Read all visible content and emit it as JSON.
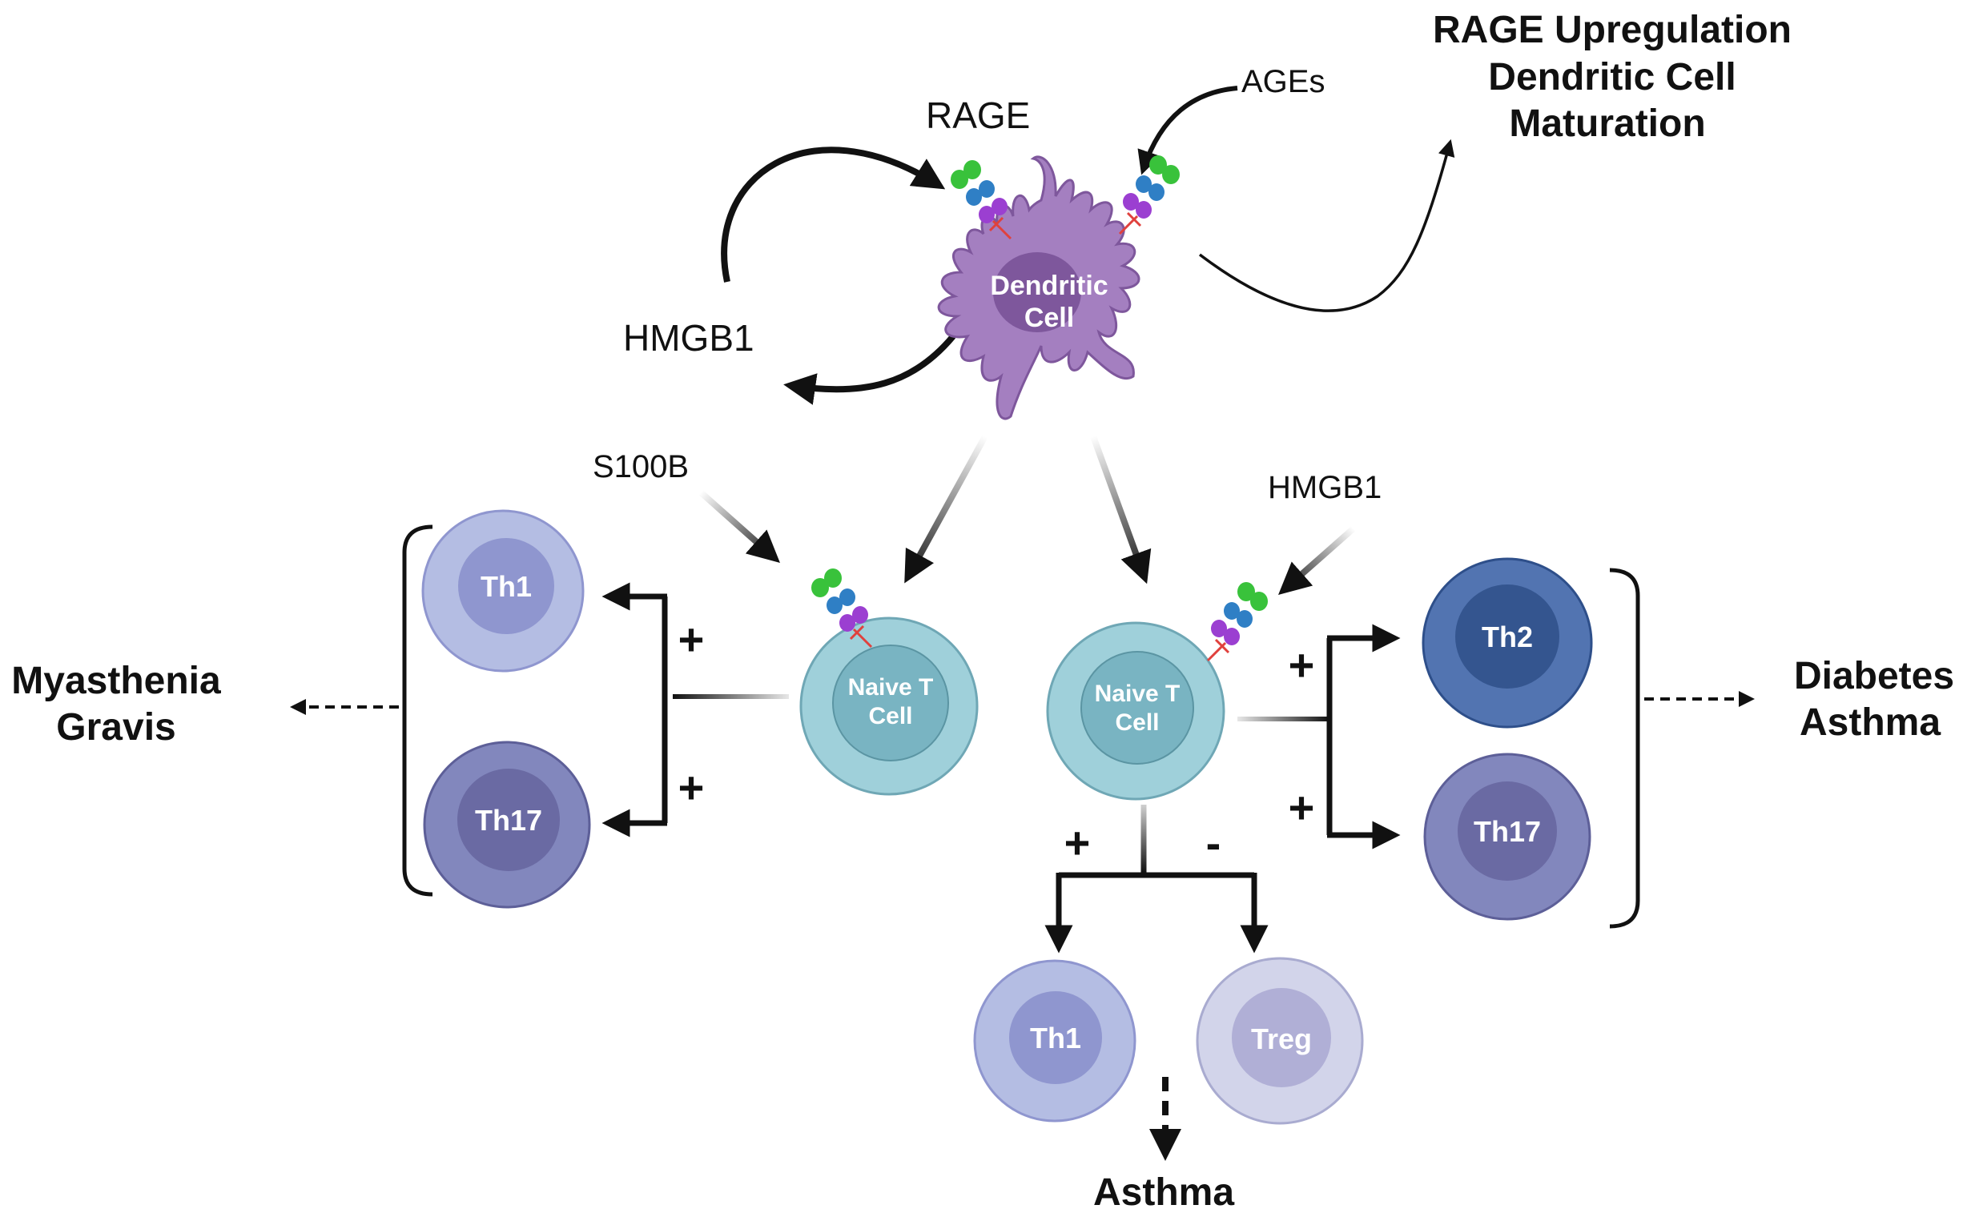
{
  "labels": {
    "rage": "RAGE",
    "ages": "AGEs",
    "hmgb1_top": "HMGB1",
    "s100b": "S100B",
    "hmgb1_right": "HMGB1",
    "outcome_top_line1": "RAGE Upregulation",
    "outcome_top_line2": "Dendritic Cell",
    "outcome_top_line3": "Maturation",
    "disease_left_line1": "Myasthenia",
    "disease_left_line2": "Gravis",
    "disease_right_line1": "Diabetes",
    "disease_right_line2": "Asthma",
    "disease_bottom": "Asthma"
  },
  "signs": {
    "left_upper": "+",
    "left_lower": "+",
    "right_upper": "+",
    "right_lower": "+",
    "bottom_left": "+",
    "bottom_right": "-"
  },
  "cells": {
    "dendritic_line1": "Dendritic",
    "dendritic_line2": "Cell",
    "naive_left_line1": "Naive T",
    "naive_left_line2": "Cell",
    "naive_right_line1": "Naive T",
    "naive_right_line2": "Cell",
    "left_th1": "Th1",
    "left_th17": "Th17",
    "right_th2": "Th2",
    "right_th17": "Th17",
    "bottom_th1": "Th1",
    "bottom_treg": "Treg"
  },
  "colors": {
    "dendritic": "#a47fc0",
    "dendritic_nucleus": "#7e579c",
    "naive": "#9fd0da",
    "naive_nucleus": "#79b4c2",
    "th1": "#b4bde3",
    "th1_nucleus": "#8f96cf",
    "th17": "#8287bd",
    "th17_nucleus": "#6a6aa3",
    "th2": "#5274b1",
    "th2_nucleus": "#34558f",
    "treg": "#d2d4ea",
    "treg_nucleus": "#b0afd6",
    "receptor_green": "#39c23b",
    "receptor_blue": "#2f7fc5",
    "receptor_purple": "#9b3fd1",
    "receptor_stem": "#e0413d"
  }
}
